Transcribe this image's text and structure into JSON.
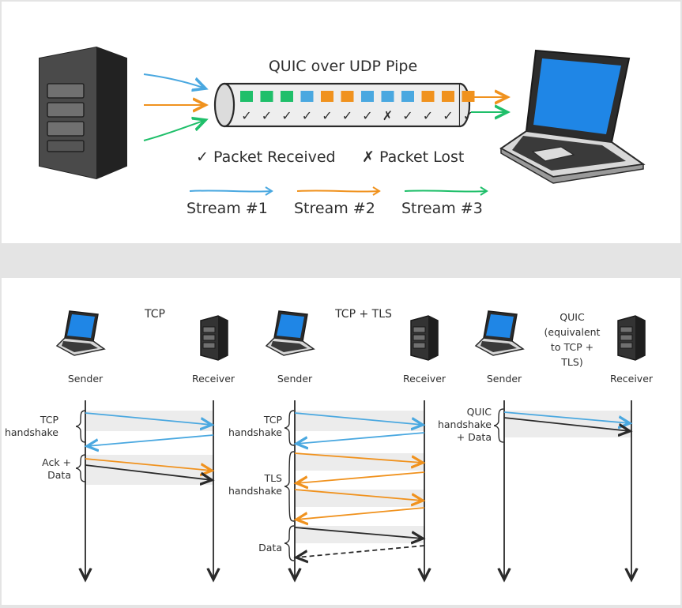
{
  "top": {
    "pipe_title": "QUIC over UDP Pipe",
    "packets": [
      {
        "color": "green",
        "status": "received"
      },
      {
        "color": "green",
        "status": "received"
      },
      {
        "color": "green",
        "status": "received"
      },
      {
        "color": "blue",
        "status": "received"
      },
      {
        "color": "orange",
        "status": "received"
      },
      {
        "color": "orange",
        "status": "received"
      },
      {
        "color": "blue",
        "status": "received"
      },
      {
        "color": "blue",
        "status": "lost"
      },
      {
        "color": "blue",
        "status": "received"
      },
      {
        "color": "orange",
        "status": "received"
      },
      {
        "color": "orange",
        "status": "received"
      },
      {
        "color": "orange",
        "status": "received"
      }
    ],
    "legend_received": "✓ Packet Received",
    "legend_lost": "✗ Packet Lost",
    "streams": [
      {
        "label": "Stream #1",
        "color": "blue"
      },
      {
        "label": "Stream #2",
        "color": "orange"
      },
      {
        "label": "Stream #3",
        "color": "green"
      }
    ]
  },
  "colors": {
    "blue": "#4aa8e0",
    "orange": "#f0921e",
    "green": "#1fbf6a",
    "dark": "#2a2a2a",
    "screen": "#1f86e6",
    "band": "#ececec"
  },
  "bottom": {
    "panels": [
      {
        "title": "TCP",
        "sender": "Sender",
        "receiver": "Receiver",
        "phases": [
          {
            "label": "TCP\nhandshake"
          },
          {
            "label": "Ack +\nData"
          }
        ]
      },
      {
        "title": "TCP + TLS",
        "sender": "Sender",
        "receiver": "Receiver",
        "phases": [
          {
            "label": "TCP\nhandshake"
          },
          {
            "label": "TLS\nhandshake"
          },
          {
            "label": "Data"
          }
        ]
      },
      {
        "title": "QUIC\n(equivalent\nto TCP +\nTLS)",
        "sender": "Sender",
        "receiver": "Receiver",
        "phases": [
          {
            "label": "QUIC\nhandshake\n+ Data"
          }
        ]
      }
    ]
  }
}
